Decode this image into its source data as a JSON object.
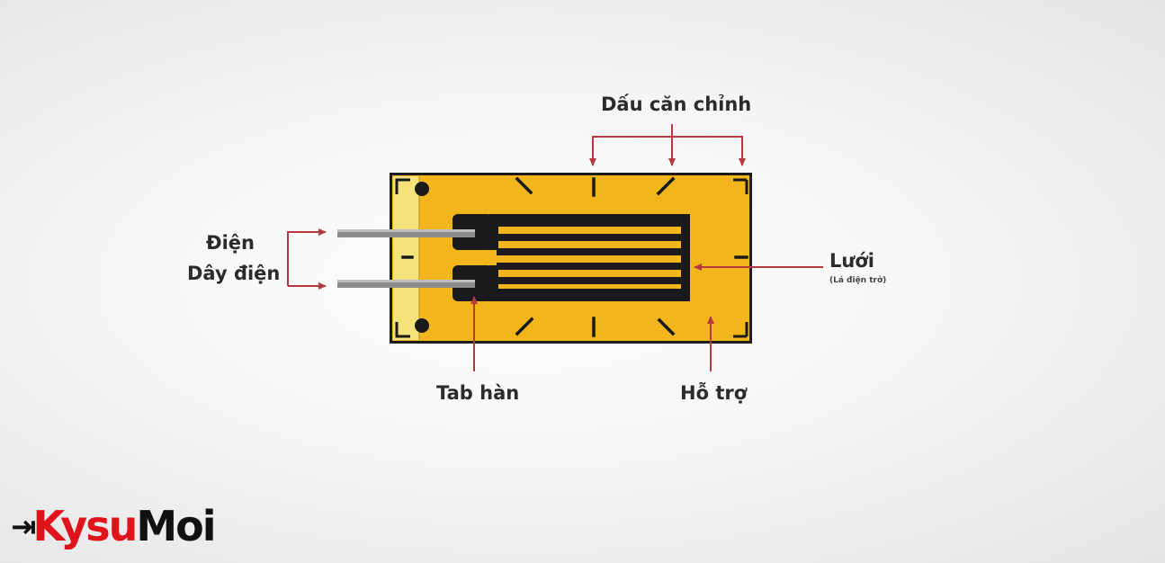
{
  "labels": {
    "alignment_marks": "Dấu căn chỉnh",
    "lead_top": "Điện",
    "lead_bottom": "Dây điện",
    "grid": "Lưới",
    "grid_sub": "(Lá điện trở)",
    "solder_tab": "Tab hàn",
    "carrier": "Hỗ trợ"
  },
  "logo": {
    "part1": "Kysu",
    "part2": "Moi"
  },
  "colors": {
    "carrier_fill": "#f2b51c",
    "carrier_edge": "#f4e27a",
    "foil": "#1a1a1a",
    "arrow": "#b43a3f",
    "lead_wire": "#8c8c8c",
    "logo_red": "#e0131b"
  }
}
